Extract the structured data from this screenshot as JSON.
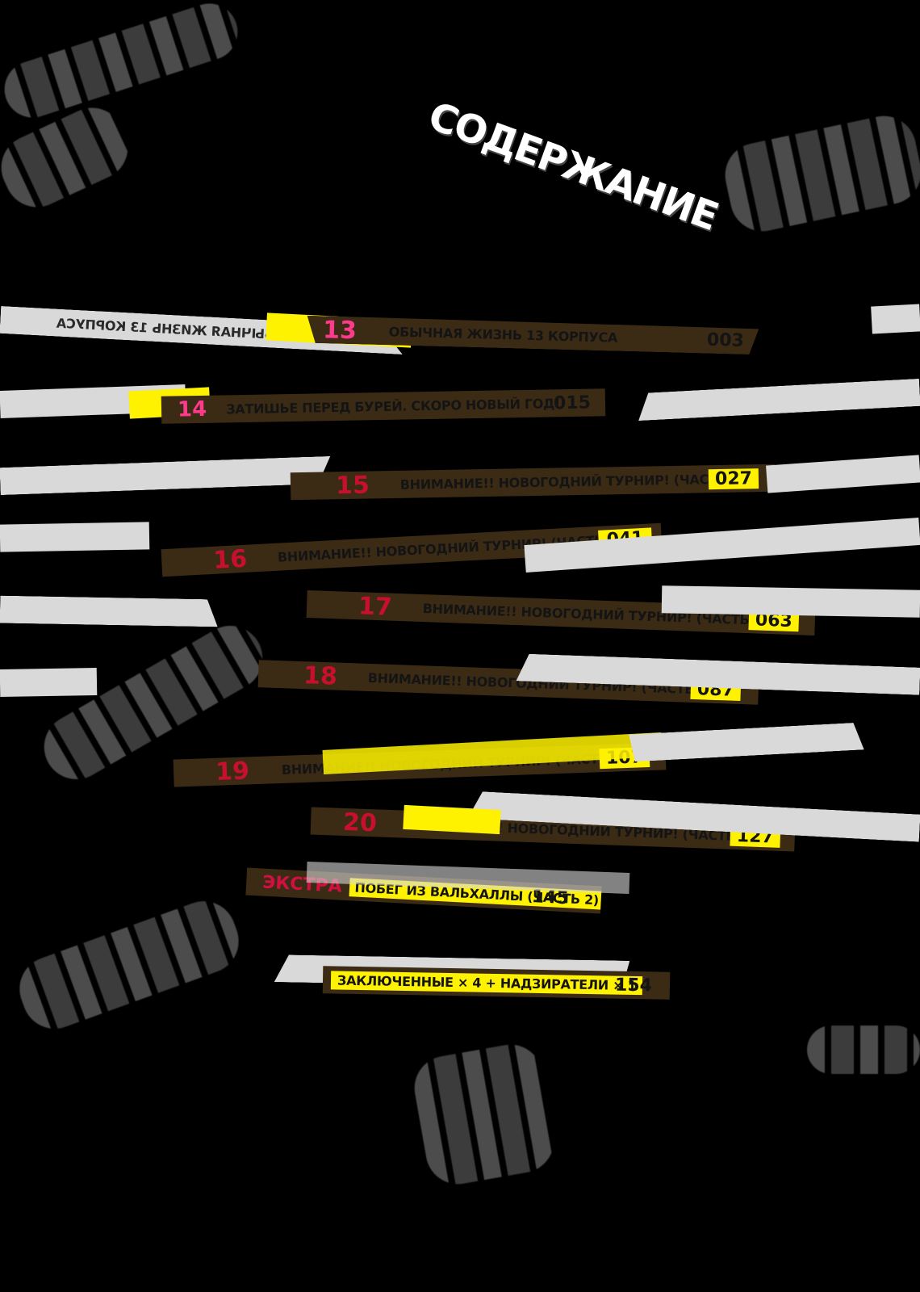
{
  "heading": "СОДЕРЖАНИЕ",
  "entries": [
    {
      "num": "13",
      "title": "ОБЫЧНАЯ ЖИЗНЬ 13 КОРПУСА",
      "page": "003"
    },
    {
      "num": "14",
      "title": "ЗАТИШЬЕ ПЕРЕД БУРЕЙ. СКОРО НОВЫЙ ГОД!",
      "page": "015"
    },
    {
      "num": "15",
      "title": "ВНИМАНИЕ!! НОВОГОДНИЙ ТУРНИР! (ЧАСТЬ 1)",
      "page": "027"
    },
    {
      "num": "16",
      "title": "ВНИМАНИЕ!! НОВОГОДНИЙ ТУРНИР! (ЧАСТЬ 2)",
      "page": "041"
    },
    {
      "num": "17",
      "title": "ВНИМАНИЕ!! НОВОГОДНИЙ ТУРНИР! (ЧАСТЬ 3)",
      "page": "063"
    },
    {
      "num": "18",
      "title": "ВНИМАНИЕ!! НОВОГОДНИЙ ТУРНИР! (ЧАСТЬ 4)",
      "page": "087"
    },
    {
      "num": "19",
      "title": "ВНИМАНИЕ!! НОВОГОДНИЙ ТУРНИР! (ЧАСТЬ 5)",
      "page": "107"
    },
    {
      "num": "20",
      "title": "ВНИМАНИЕ!! НОВОГОДНИЙ ТУРНИР! (ЧАСТЬ 6)",
      "page": "127"
    },
    {
      "num": "ЭКСТРА",
      "title": "ПОБЕГ ИЗ ВАЛЬХАЛЛЫ (ЧАСТЬ 2)",
      "page": "145"
    },
    {
      "num": "",
      "title": "ЗАКЛЮЧЕННЫЕ × 4 + НАДЗИРАТЕЛИ × 1",
      "page": "154"
    }
  ]
}
